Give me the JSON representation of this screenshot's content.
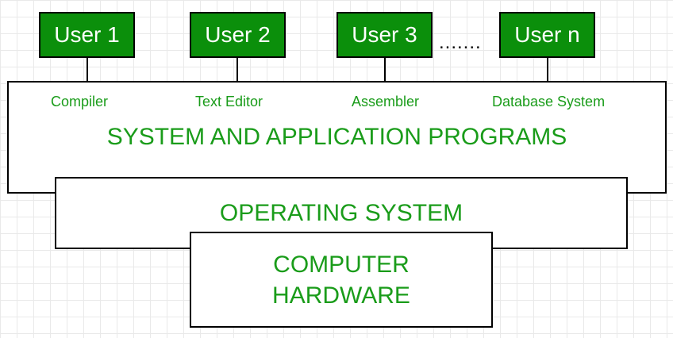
{
  "users": [
    {
      "label": "User 1"
    },
    {
      "label": "User 2"
    },
    {
      "label": "User 3"
    },
    {
      "label": "User n"
    }
  ],
  "ellipsis": ".......",
  "programs": [
    {
      "label": "Compiler"
    },
    {
      "label": "Text Editor"
    },
    {
      "label": "Assembler"
    },
    {
      "label": "Database System"
    }
  ],
  "layers": {
    "applications": "SYSTEM AND APPLICATION PROGRAMS",
    "os": "OPERATING SYSTEM",
    "hardware_line1": "COMPUTER",
    "hardware_line2": "HARDWARE"
  },
  "colors": {
    "user_fill": "#0b8f0b",
    "label_text": "#1a9c1a",
    "border": "#000000"
  }
}
